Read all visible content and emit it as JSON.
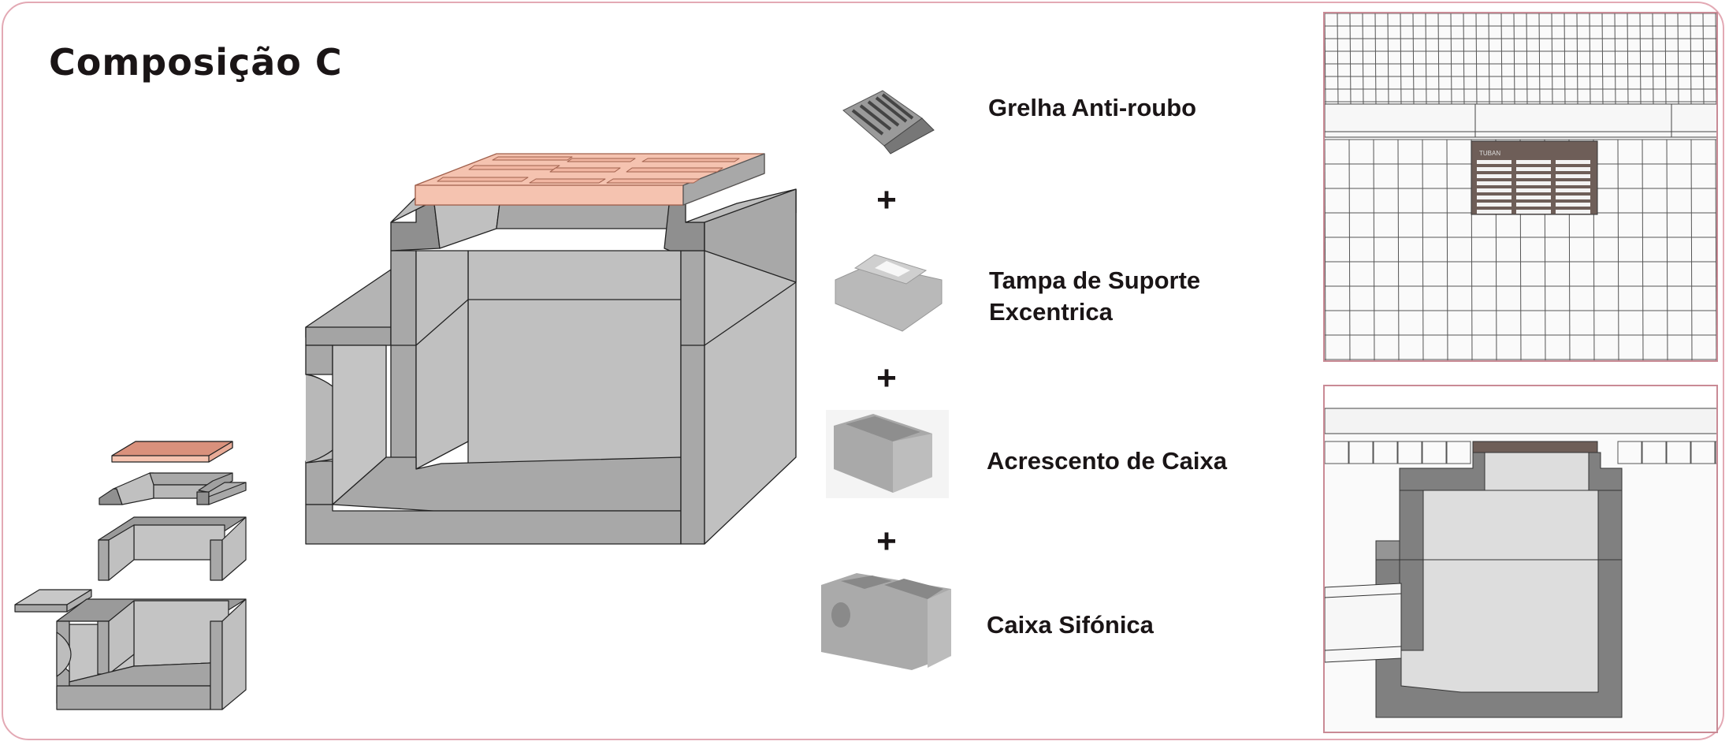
{
  "title": "Composição C",
  "components": [
    {
      "name": "Grelha Anti-roubo",
      "icon": "grate-photo"
    },
    {
      "name": "Tampa de Suporte",
      "name_line2": "Excentrica",
      "icon": "support-lid-photo"
    },
    {
      "name": "Acrescento de Caixa",
      "icon": "box-extension-photo"
    },
    {
      "name": "Caixa Sifónica",
      "icon": "siphon-box-photo"
    }
  ],
  "plus_symbol": "+",
  "plan_view": {
    "grate_brand": "TUBAN"
  },
  "colors": {
    "grate": "#f5c3b0",
    "grate_stroke": "#a0604c",
    "concrete_light": "#c0c0c0",
    "concrete_mid": "#a8a8a8",
    "concrete_dark": "#8f8f8f",
    "section_dark": "#808080",
    "section_light": "#dddddd",
    "frame": "#e3a9b4",
    "cast_iron": "#6e5e58"
  }
}
